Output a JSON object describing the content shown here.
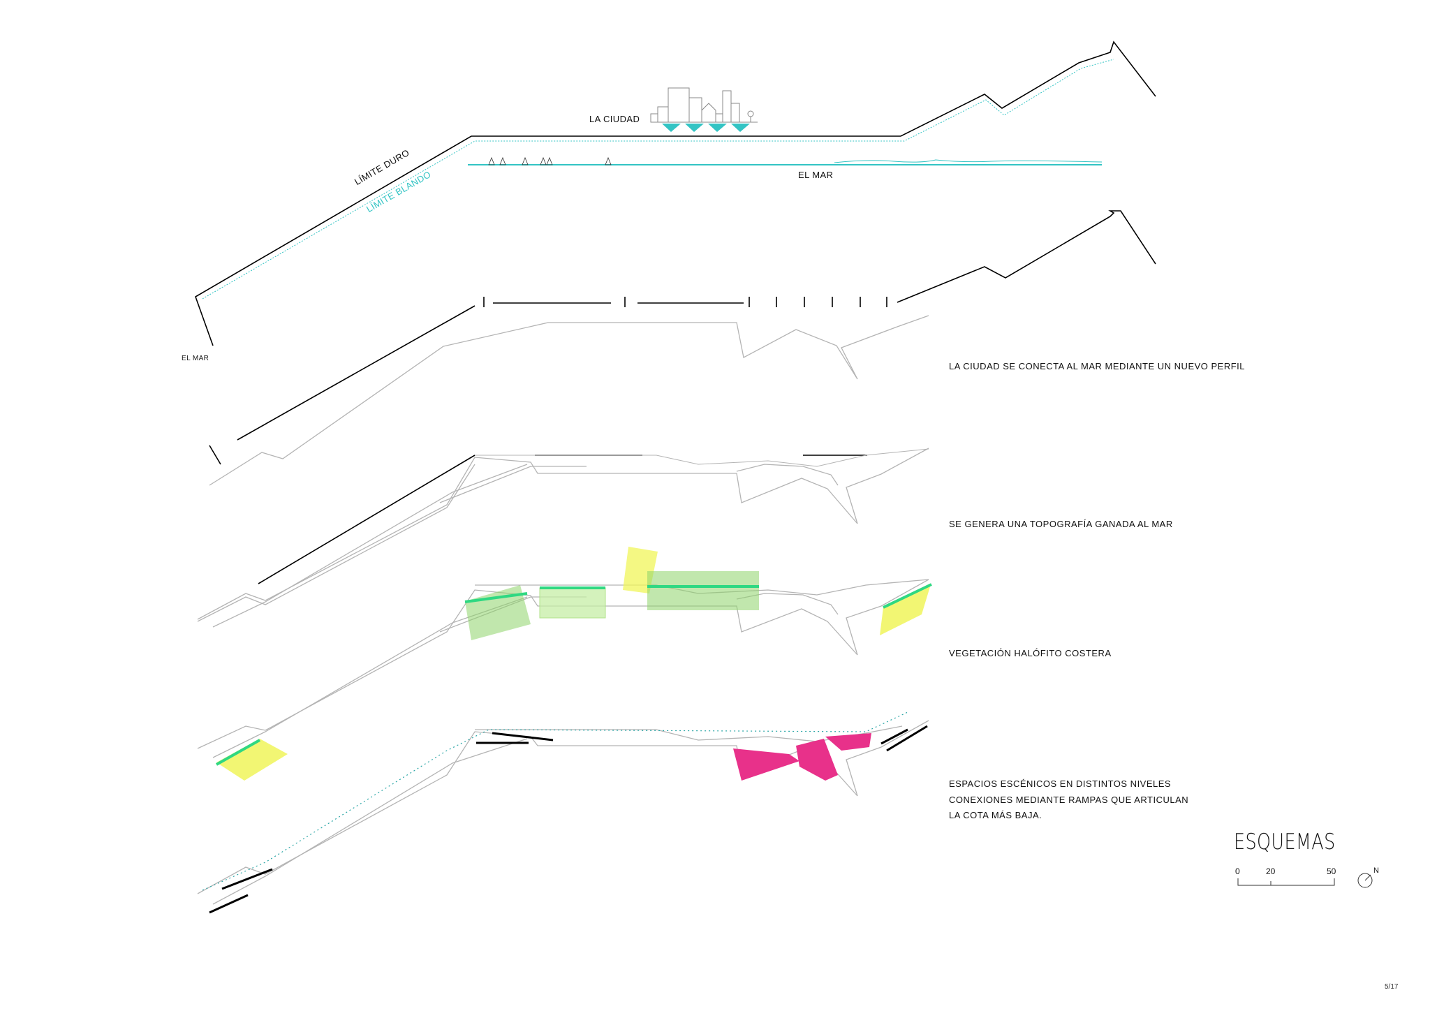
{
  "sheet": {
    "title": "ESQUEMAS",
    "page_number": "5/17"
  },
  "diagram1": {
    "city_label": "LA CIUDAD",
    "sea_label_center": "EL MAR",
    "sea_label_left": "EL MAR",
    "hard_limit_label": "LÍMITE DURO",
    "soft_limit_label": "LÍMITE BLANDO",
    "colors": {
      "soft_limit": "#33c4c4",
      "hard_limit": "#000000"
    }
  },
  "captions": [
    {
      "text": "LA CIUDAD SE CONECTA  AL MAR MEDIANTE UN NUEVO PERFIL"
    },
    {
      "text": "SE GENERA UNA TOPOGRAFÍA GANADA AL MAR"
    },
    {
      "text": "VEGETACIÓN HALÓFITO COSTERA"
    },
    {
      "text": "ESPACIOS ESCÉNICOS EN DISTINTOS NIVELES"
    },
    {
      "text": "CONEXIONES MEDIANTE RAMPAS QUE ARTICULAN"
    },
    {
      "text": "LA COTA MÁS BAJA."
    }
  ],
  "scale_bar": {
    "ticks": [
      "0",
      "20",
      "50"
    ],
    "north_label": "N",
    "icon": "north-arrow-icon"
  },
  "colors": {
    "vegetation_green": "#8ed46a",
    "vegetation_yellow": "#f0f55a",
    "vegetation_edge": "#2fd882",
    "scenic_magenta": "#e8318a",
    "outline_grey": "#b4b4b4"
  }
}
